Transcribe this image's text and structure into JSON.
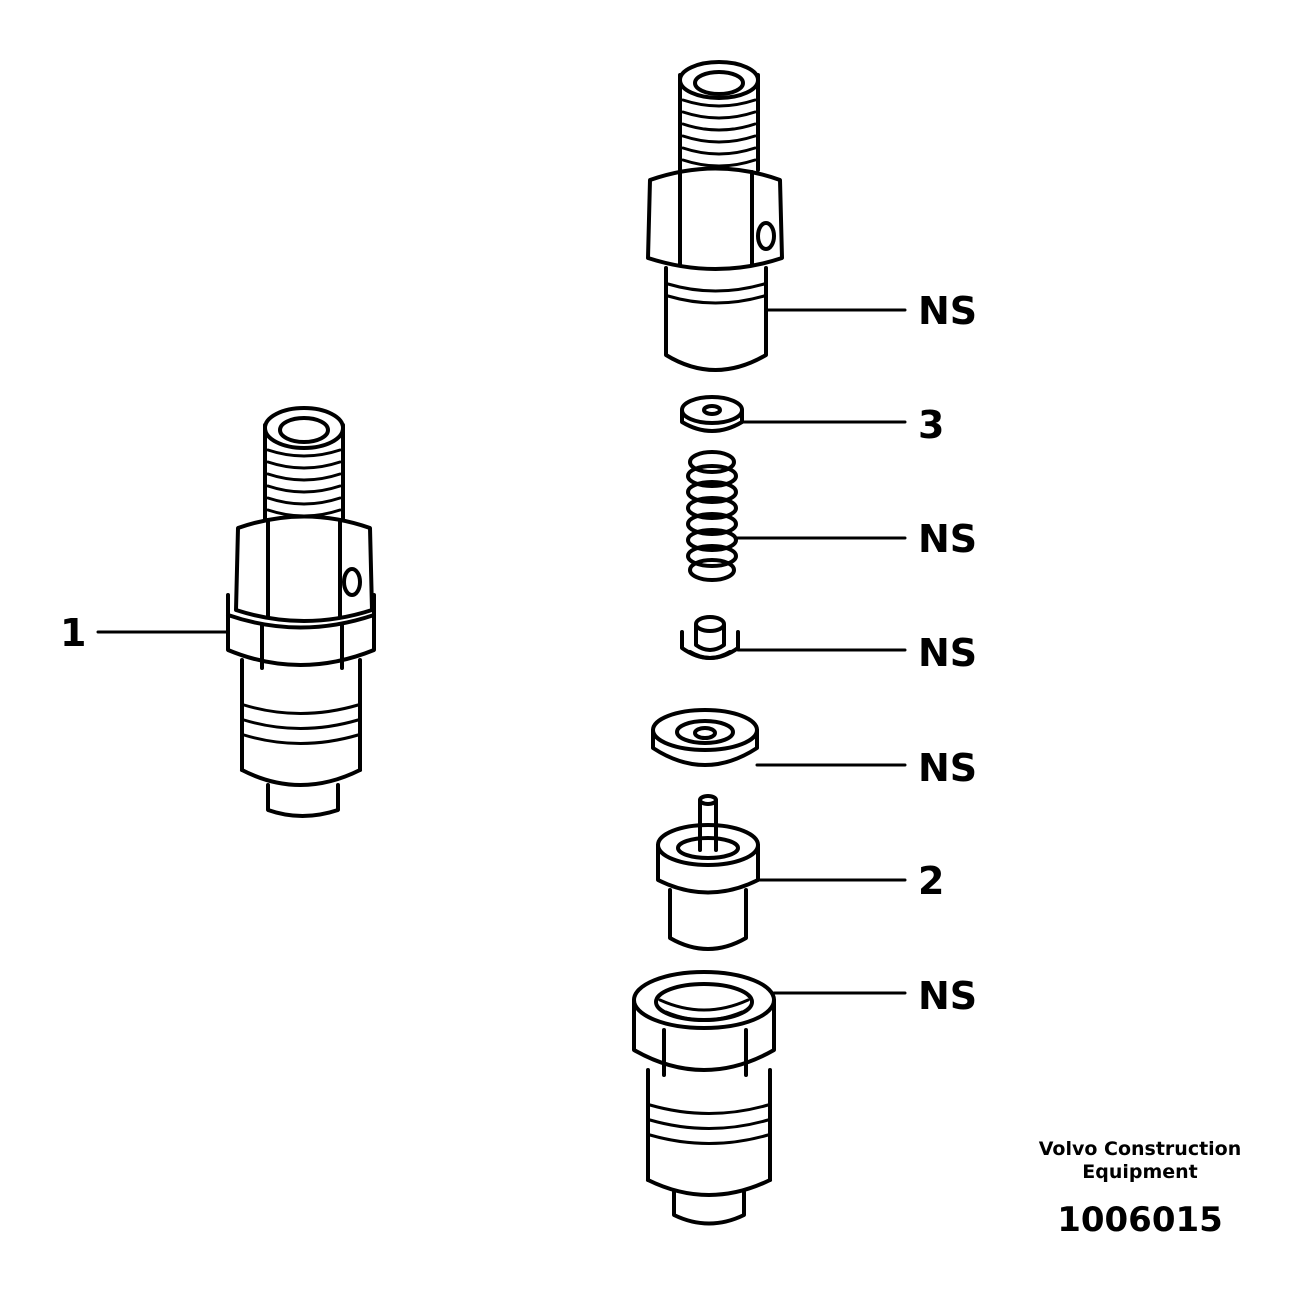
{
  "callouts": [
    {
      "id": "c-1",
      "label": "1"
    },
    {
      "id": "c-ns-body",
      "label": "NS"
    },
    {
      "id": "c-3",
      "label": "3"
    },
    {
      "id": "c-ns-spring",
      "label": "NS"
    },
    {
      "id": "c-ns-pin",
      "label": "NS"
    },
    {
      "id": "c-ns-plate",
      "label": "NS"
    },
    {
      "id": "c-2",
      "label": "2"
    },
    {
      "id": "c-ns-nut",
      "label": "NS"
    }
  ],
  "brand": {
    "line1": "Volvo Construction",
    "line2": "Equipment"
  },
  "reference_number": "1006015"
}
